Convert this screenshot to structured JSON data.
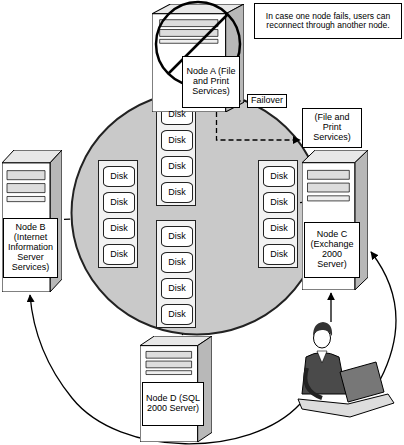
{
  "diagram": {
    "nodes": [
      {
        "text": [
          "In case one node fails, users can reconnect through another node."
        ]
      },
      {
        "text": [
          "Node A (File and Print Services)"
        ]
      },
      {
        "text": []
      },
      {
        "text": [],
        "in": 2
      },
      {
        "text": [
          "Disk"
        ],
        "in": 3
      },
      {
        "text": [
          "Disk"
        ],
        "in": 3
      },
      {
        "text": [
          "Disk"
        ],
        "in": 3
      },
      {
        "text": [
          "Disk"
        ],
        "in": 3
      },
      {
        "text": [],
        "in": 2
      },
      {
        "text": [
          "Disk"
        ],
        "in": 8
      },
      {
        "text": [
          "Disk"
        ],
        "in": 8
      },
      {
        "text": [
          "Disk"
        ],
        "in": 8
      },
      {
        "text": [
          "Disk"
        ],
        "in": 8
      },
      {
        "text": [],
        "in": 2
      },
      {
        "text": [
          "Disk"
        ],
        "in": 13
      },
      {
        "text": [
          "Disk"
        ],
        "in": 13
      },
      {
        "text": [
          "Disk"
        ],
        "in": 13
      },
      {
        "text": [
          "Disk"
        ],
        "in": 13
      },
      {
        "text": [],
        "in": 2
      },
      {
        "text": [
          "Disk"
        ],
        "in": 18
      },
      {
        "text": [
          "Disk"
        ],
        "in": 18
      },
      {
        "text": [
          "Disk"
        ],
        "in": 18
      },
      {
        "text": [
          "Disk"
        ],
        "in": 18
      },
      {
        "text": [
          "Node B (Internet Information Server Services)"
        ]
      },
      {
        "text": [
          "(File and Print Services)",
          "Node C (Exchange 2000 Server)"
        ]
      },
      {
        "text": [
          "Node D (SQL 2000 Server)"
        ]
      }
    ],
    "edges": [
      {
        "from": 1,
        "to": 2,
        "arrow": "none"
      },
      {
        "from": 23,
        "to": 2,
        "arrow": "none"
      },
      {
        "from": 24,
        "to": 2,
        "arrow": "none"
      },
      {
        "from": 25,
        "to": 2,
        "arrow": "none"
      },
      {
        "from": 1,
        "to": 24,
        "label": "Failover",
        "arrow": "to"
      }
    ]
  }
}
